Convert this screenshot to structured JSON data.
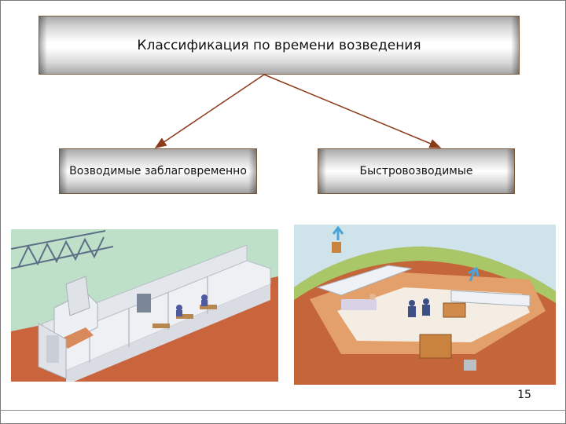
{
  "diagram": {
    "title": "Классификация по времени возведения",
    "left_category": "Возводимые заблаговременно",
    "right_category": "Быстровозводимые",
    "arrow_color": "#8b3a1a",
    "box_border_color": "#7a5a3a"
  },
  "illustrations": {
    "left": "permanent-shelter-cutaway",
    "right": "quick-built-shelter-cutaway"
  },
  "page_number": "15"
}
